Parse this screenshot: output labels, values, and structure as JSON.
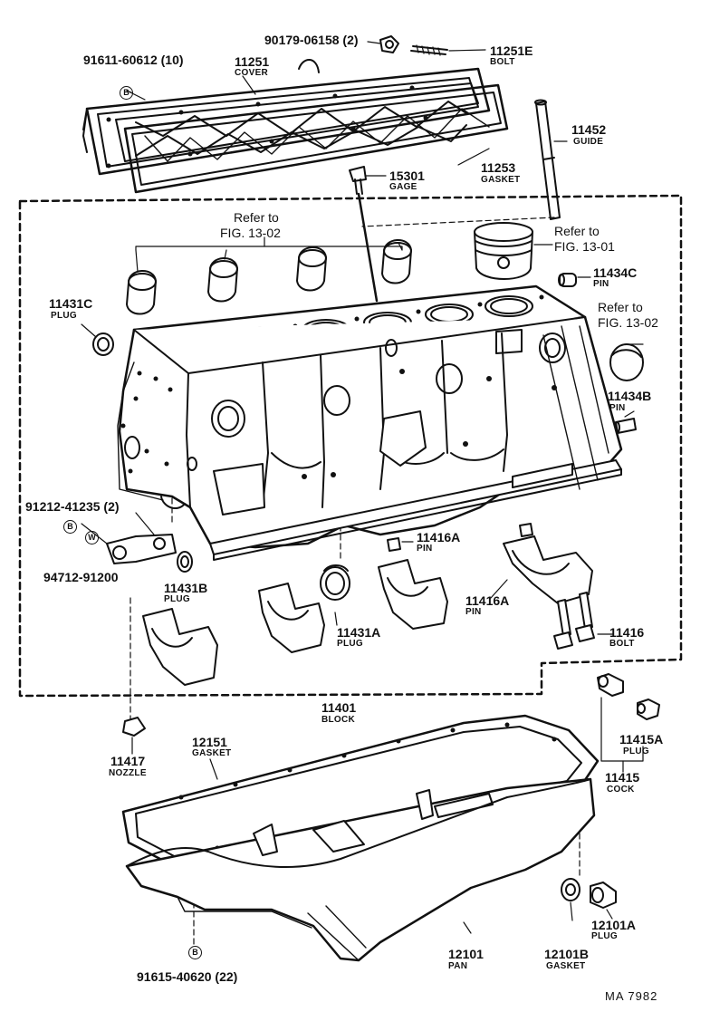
{
  "diagram": {
    "labels": [
      {
        "pn": "90179-06158 (2)",
        "name": ""
      },
      {
        "pn": "91611-60612 (10)",
        "name": ""
      },
      {
        "pn": "11251E",
        "name": "BOLT"
      },
      {
        "pn": "11251",
        "name": "COVER"
      },
      {
        "pn": "11452",
        "name": "GUIDE"
      },
      {
        "pn": "11253",
        "name": "GASKET"
      },
      {
        "pn": "15301",
        "name": "GAGE"
      },
      {
        "pn": "11434C",
        "name": "PIN"
      },
      {
        "pn": "11431C",
        "name": "PLUG"
      },
      {
        "pn": "11434B",
        "name": "PIN"
      },
      {
        "pn": "91212-41235 (2)",
        "name": ""
      },
      {
        "pn": "94712-91200",
        "name": ""
      },
      {
        "pn": "11431B",
        "name": "PLUG"
      },
      {
        "pn": "11416A",
        "name": "PIN"
      },
      {
        "pn": "11416A",
        "name": "PIN"
      },
      {
        "pn": "11416",
        "name": "BOLT"
      },
      {
        "pn": "11431A",
        "name": "PLUG"
      },
      {
        "pn": "11401",
        "name": "BLOCK"
      },
      {
        "pn": "11415A",
        "name": "PLUG"
      },
      {
        "pn": "11415",
        "name": "COCK"
      },
      {
        "pn": "11417",
        "name": "NOZZLE"
      },
      {
        "pn": "12151",
        "name": "GASKET"
      },
      {
        "pn": "12101A",
        "name": "PLUG"
      },
      {
        "pn": "12101",
        "name": "PAN"
      },
      {
        "pn": "12101B",
        "name": "GASKET"
      },
      {
        "pn": "91615-40620 (22)",
        "name": ""
      }
    ],
    "references": [
      {
        "line1": "Refer to",
        "line2": "FIG. 13-02"
      },
      {
        "line1": "Refer to",
        "line2": "FIG. 13-01"
      },
      {
        "line1": "Refer to",
        "line2": "FIG. 13-02"
      }
    ],
    "symbols": {
      "b": "B",
      "w": "W"
    },
    "footer": "MA  7982"
  }
}
